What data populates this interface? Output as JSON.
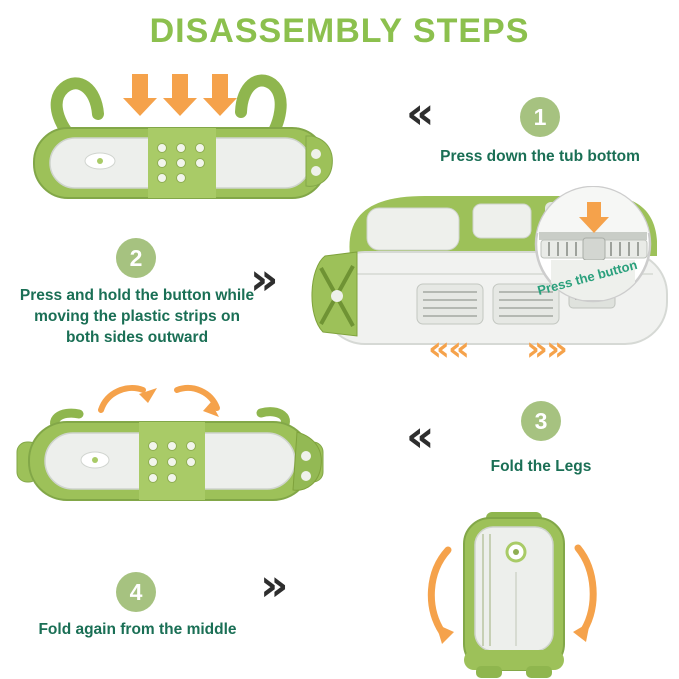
{
  "title": "DISASSEMBLY STEPS",
  "steps": [
    {
      "number": "1",
      "label": "Press down the tub bottom",
      "chevron": "«"
    },
    {
      "number": "2",
      "label": "Press and hold the button while moving the plastic strips on both sides outward",
      "chevron": "»"
    },
    {
      "number": "3",
      "label": "Fold the Legs",
      "chevron": "«"
    },
    {
      "number": "4",
      "label": "Fold again from the middle",
      "chevron": "»"
    }
  ],
  "step2_inset": {
    "label": "Press the button",
    "chevrons_left": "««",
    "chevrons_right": "»»"
  },
  "colors": {
    "title_green": "#8cc04e",
    "badge_green": "#a6c280",
    "text_green": "#1a6f55",
    "chevron_dark": "#2e2e2e",
    "orange": "#f5a24b",
    "inset_teal": "#2aa07c",
    "tub_green": "#9dc159",
    "tub_green_dark": "#82a748"
  }
}
